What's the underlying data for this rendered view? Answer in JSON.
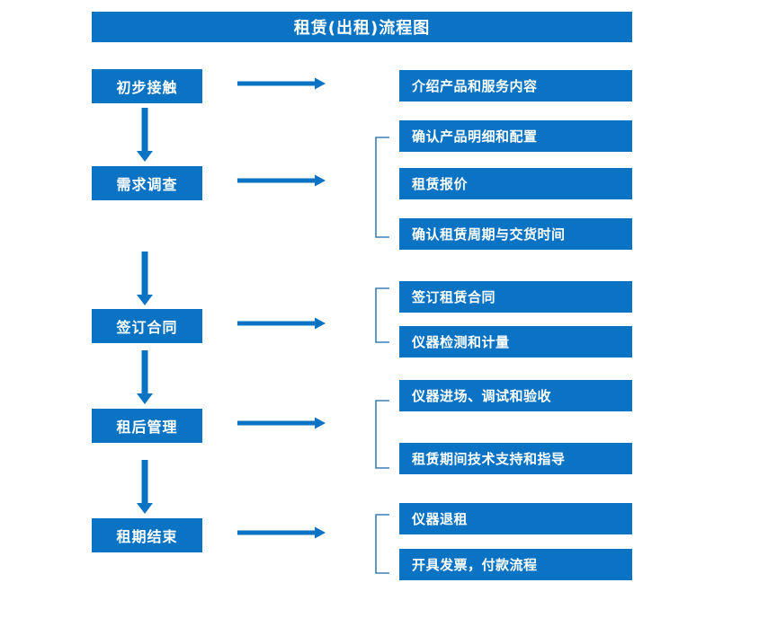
{
  "diagram": {
    "title": "租赁(出租)流程图",
    "accent_color": "#0b73c4",
    "text_color": "#ffffff",
    "background_color": "#ffffff",
    "stages": [
      {
        "label": "初步接触",
        "details": [
          "介绍产品和服务内容"
        ],
        "bracketed": false
      },
      {
        "label": "需求调查",
        "details": [
          "确认产品明细和配置",
          "租赁报价",
          "确认租赁周期与交货时间"
        ],
        "bracketed": true
      },
      {
        "label": "签订合同",
        "details": [
          "签订租赁合同",
          "仪器检测和计量"
        ],
        "bracketed": true
      },
      {
        "label": "租后管理",
        "details": [
          "仪器进场、调试和验收",
          "租赁期间技术支持和指导"
        ],
        "bracketed": true
      },
      {
        "label": "租期结束",
        "details": [
          "仪器退租",
          "开具发票，付款流程"
        ],
        "bracketed": true
      }
    ],
    "connectors": {
      "horizontal_arrow": "right-arrow-icon",
      "vertical_arrow": "down-arrow-icon",
      "group_bracket": "left-bracket-icon"
    }
  }
}
